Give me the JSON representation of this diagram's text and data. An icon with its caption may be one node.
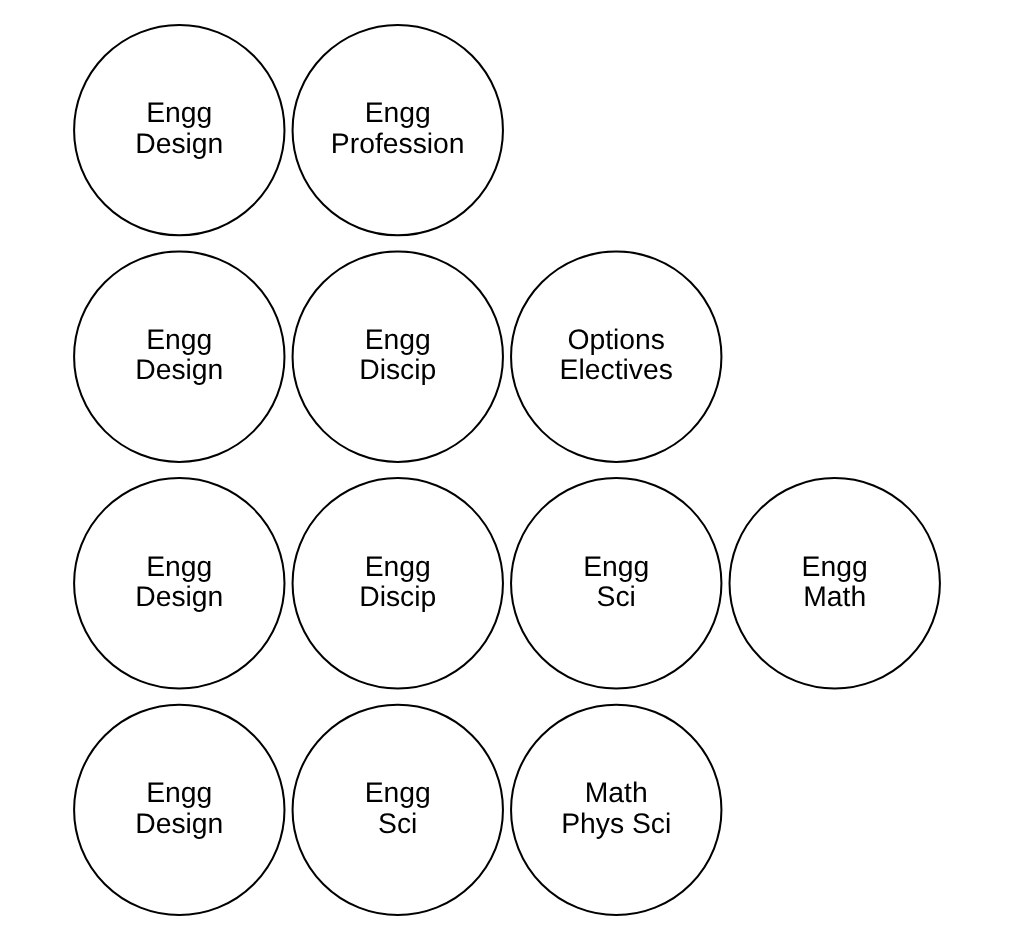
{
  "diagram": {
    "nodes": [
      {
        "text": [
          "Engg Design"
        ]
      },
      {
        "text": [
          "Engg Profession"
        ]
      },
      {
        "text": [
          "Engg Design"
        ]
      },
      {
        "text": [
          "Engg Discip"
        ]
      },
      {
        "text": [
          "Options Electives"
        ]
      },
      {
        "text": [
          "Engg Design"
        ]
      },
      {
        "text": [
          "Engg Discip"
        ]
      },
      {
        "text": [
          "Engg Sci"
        ]
      },
      {
        "text": [
          "Engg Math"
        ]
      },
      {
        "text": [
          "Engg Design"
        ]
      },
      {
        "text": [
          "Engg Sci"
        ]
      },
      {
        "text": [
          "Math Phys Sci"
        ]
      }
    ]
  }
}
